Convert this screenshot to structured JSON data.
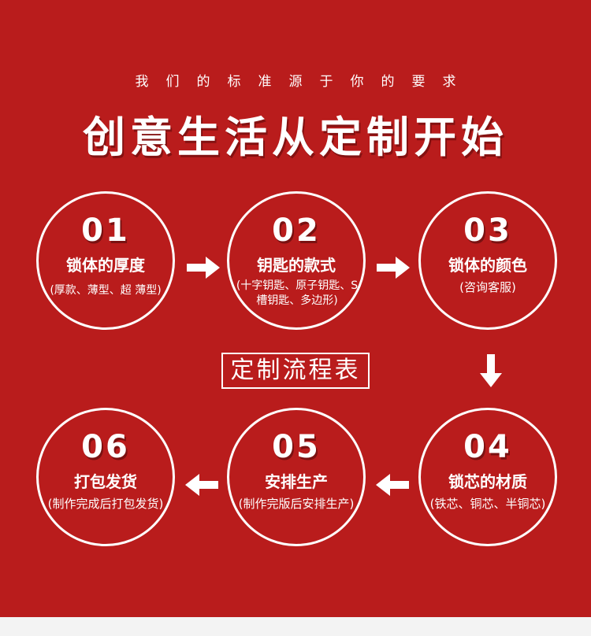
{
  "header": {
    "subtitle": "我们的标准源于你的要求",
    "title": "创意生活从定制开始"
  },
  "flow_label": "定制流程表",
  "steps": [
    {
      "num": "01",
      "name": "锁体的厚度",
      "desc": "(厚款、薄型、超 薄型)"
    },
    {
      "num": "02",
      "name": "钥匙的款式",
      "desc": "(十字钥匙、原子钥匙、S槽钥匙、多边形)"
    },
    {
      "num": "03",
      "name": "锁体的颜色",
      "desc": "(咨询客服)"
    },
    {
      "num": "04",
      "name": "锁芯的材质",
      "desc": "(铁芯、铜芯、半铜芯)"
    },
    {
      "num": "05",
      "name": "安排生产",
      "desc": "(制作完版后安排生产)"
    },
    {
      "num": "06",
      "name": "打包发货",
      "desc": "(制作完成后打包发货)"
    }
  ],
  "colors": {
    "background": "#b91c1c",
    "foreground": "#ffffff",
    "footer": "#f3f3f3"
  },
  "icons": {
    "arrow_right": "arrow-right-icon",
    "arrow_left": "arrow-left-icon",
    "arrow_down": "arrow-down-icon"
  }
}
